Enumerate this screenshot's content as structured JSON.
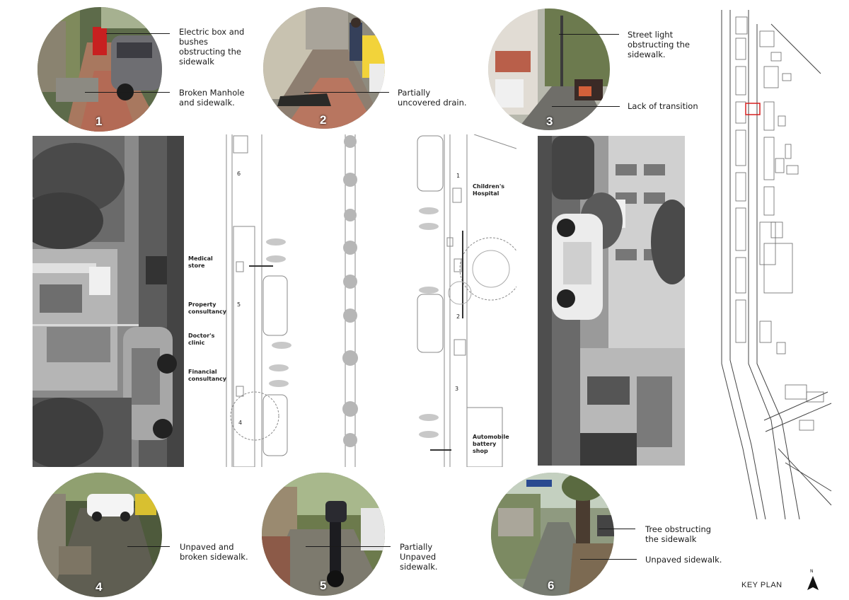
{
  "circles": [
    {
      "num": "1",
      "notes": [
        "Electric box and bushes obstructing the sidewalk",
        "Broken Manhole and sidewalk."
      ]
    },
    {
      "num": "2",
      "notes": [
        "Partially uncovered drain."
      ]
    },
    {
      "num": "3",
      "notes": [
        "Street light obstructing the sidewalk.",
        "Lack of transition"
      ]
    },
    {
      "num": "4",
      "notes": [
        "Unpaved and broken sidewalk."
      ]
    },
    {
      "num": "5",
      "notes": [
        "Partially Unpaved sidewalk."
      ]
    },
    {
      "num": "6",
      "notes": [
        "Tree obstructing the sidewalk",
        "Unpaved sidewalk."
      ]
    }
  ],
  "plan_labels": {
    "left": [
      "Medical store",
      "Property consultancy",
      "Doctor's clinic",
      "Financial consultancy"
    ],
    "right": [
      "Children's Hospital",
      "Automobile battery shop"
    ]
  },
  "plan_markers": [
    "6",
    "5",
    "4",
    "1",
    "2",
    "3"
  ],
  "key_plan": {
    "title": "KEY PLAN",
    "north": "N"
  },
  "colors": {
    "ink": "#1a1a1a",
    "highlight": "#d62020",
    "paver": "#b0705a"
  }
}
